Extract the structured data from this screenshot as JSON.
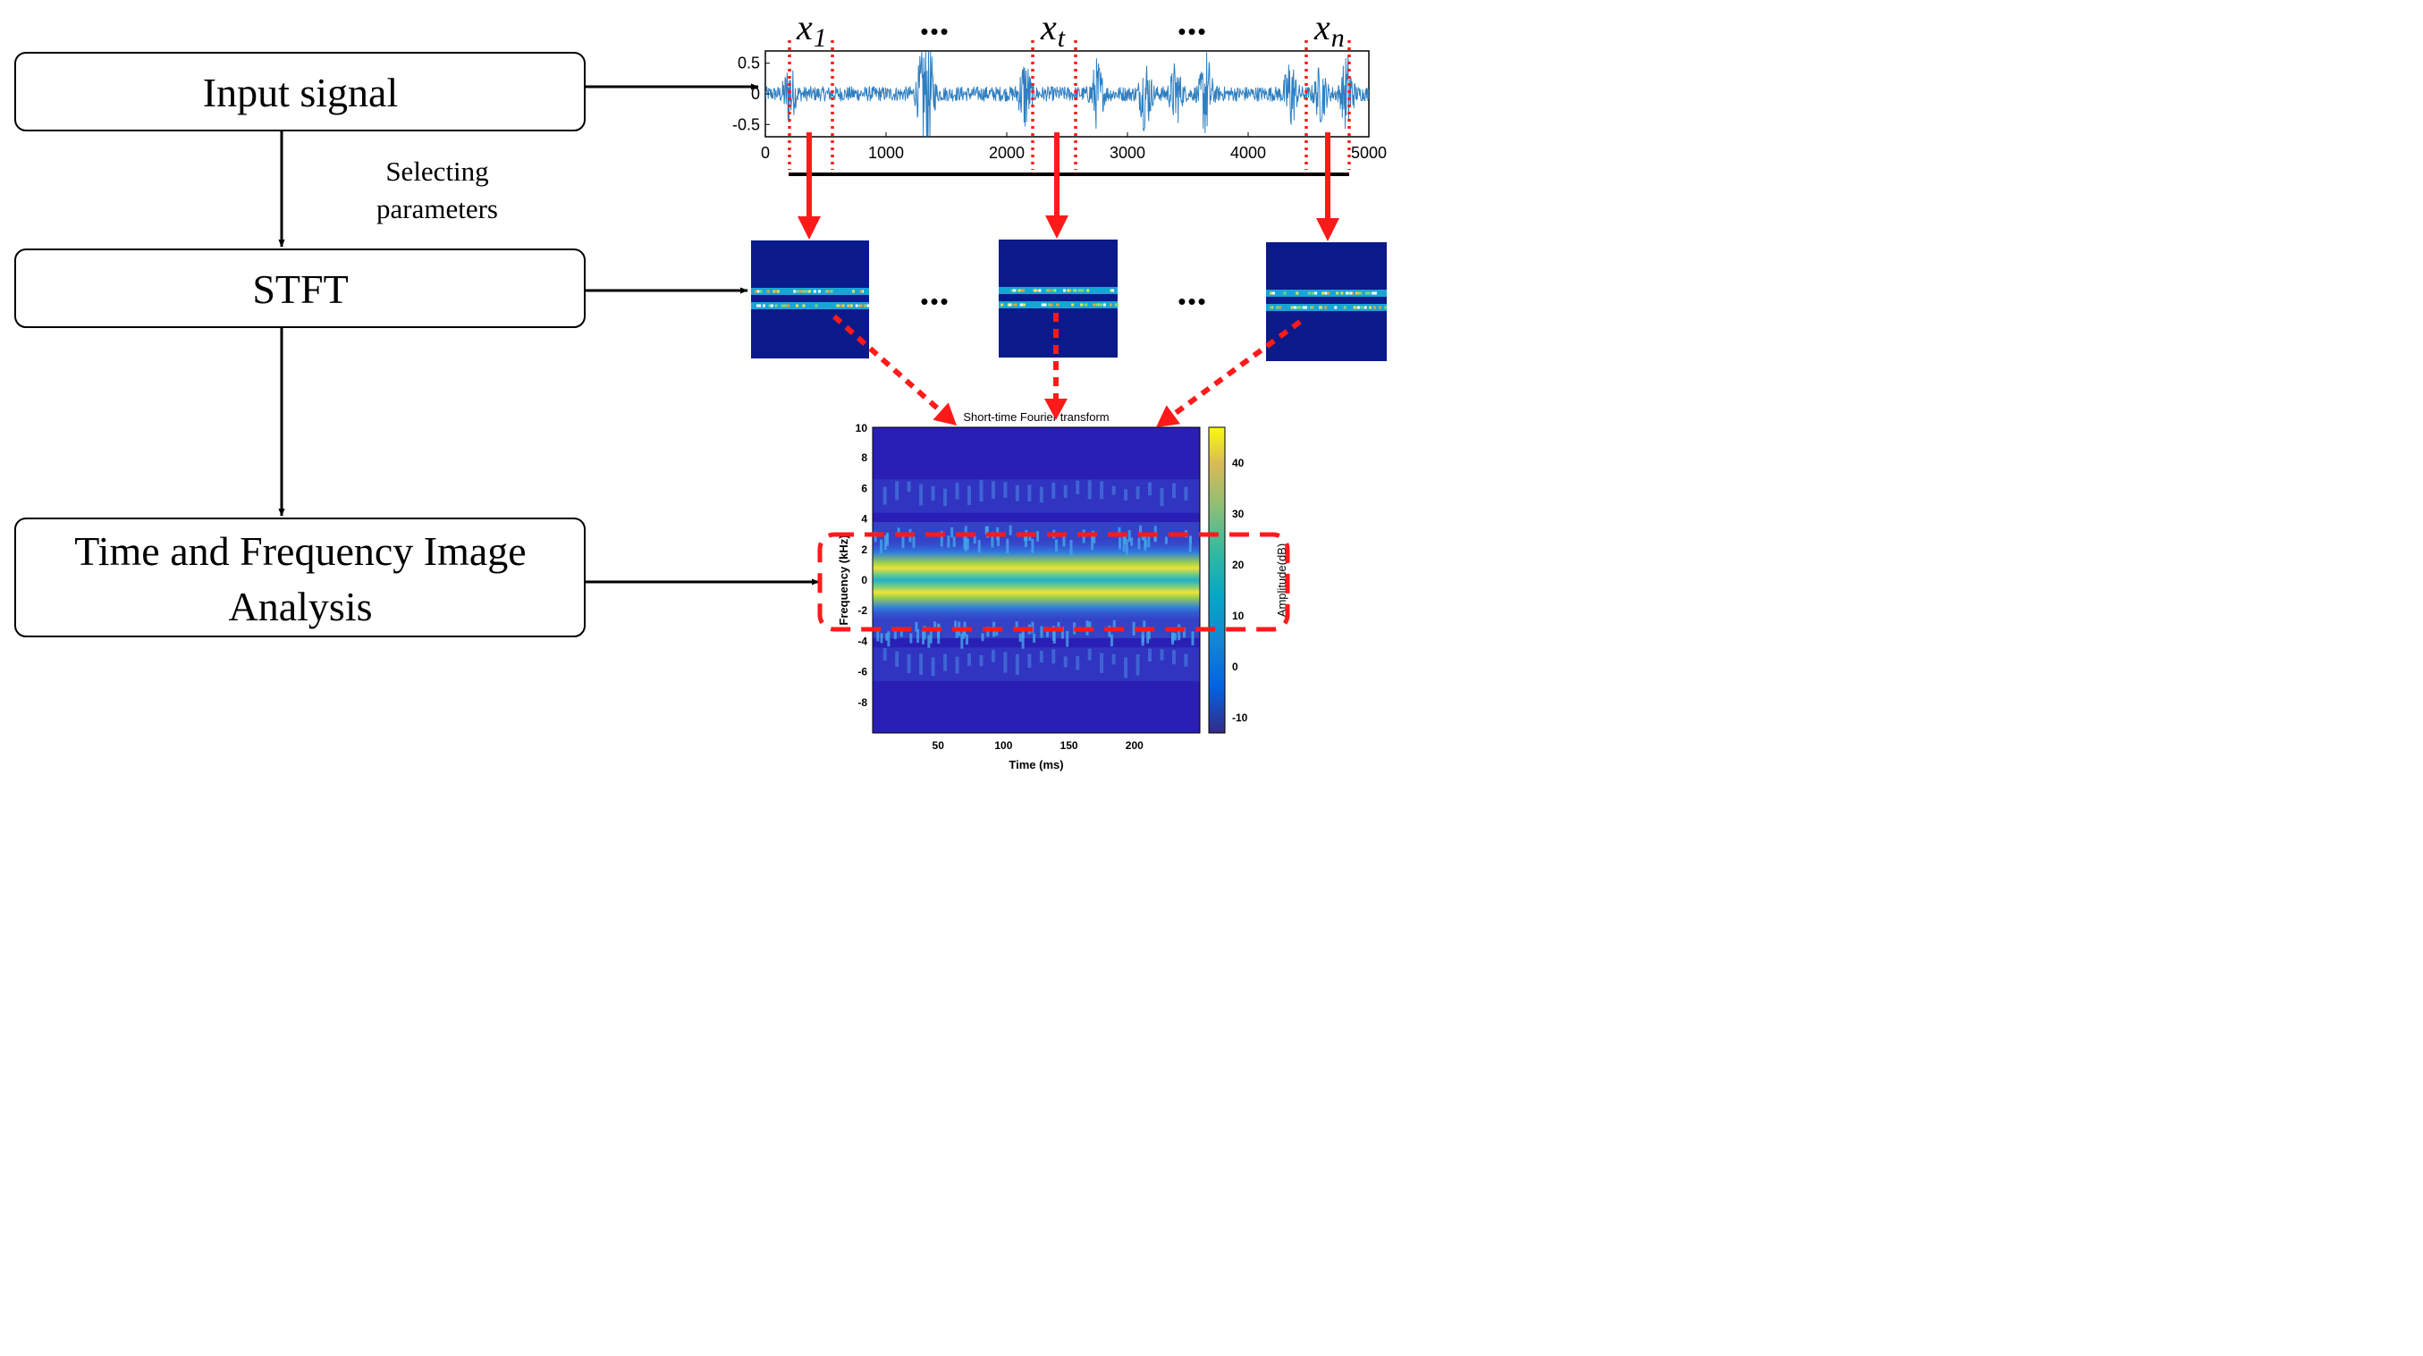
{
  "flow": {
    "boxes": [
      {
        "label_lines": [
          "Input signal"
        ]
      },
      {
        "label_lines": [
          "STFT"
        ]
      },
      {
        "label_lines": [
          "Time and Frequency Image",
          "Analysis"
        ]
      }
    ],
    "edge_label_lines": [
      "Selecting",
      "parameters"
    ]
  },
  "window_labels": {
    "base": "x",
    "subscripts": [
      "1",
      "t",
      "n"
    ],
    "ellipsis": "•••"
  },
  "signal_plot": {
    "xlim": [
      0,
      5000
    ],
    "ylim": [
      -0.7,
      0.7
    ],
    "x_ticks": [
      "0",
      "1000",
      "2000",
      "3000",
      "4000",
      "5000"
    ],
    "y_ticks": [
      "0.5",
      "0",
      "-0.5"
    ],
    "line_color": "#2f7fc1"
  },
  "spectrogram": {
    "title": "Short-time Fourier transform",
    "xlabel": "Time (ms)",
    "ylabel": "Frequency (kHz)",
    "colorbar_label": "Amplitude(dB)",
    "x_ticks": [
      "50",
      "100",
      "150",
      "200"
    ],
    "y_ticks": [
      "10",
      "8",
      "6",
      "4",
      "2",
      "0",
      "-2",
      "-4",
      "-6",
      "-8"
    ],
    "colorbar_ticks": [
      "40",
      "30",
      "20",
      "10",
      "0",
      "-10"
    ],
    "xlim": [
      0,
      250
    ],
    "ylim": [
      -10,
      10
    ],
    "clim": [
      -13,
      47
    ]
  },
  "colors": {
    "highlight": "#ff1a1a",
    "spectro_background": "#2a1fb5",
    "thumb_background": "#0b1a8a"
  }
}
